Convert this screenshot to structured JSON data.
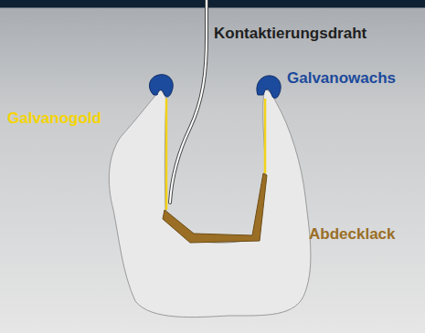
{
  "diagram": {
    "labels": [
      "Kontaktierungsdraht",
      "Galvanowachs",
      "Galvanogold",
      "Abdecklack"
    ]
  }
}
